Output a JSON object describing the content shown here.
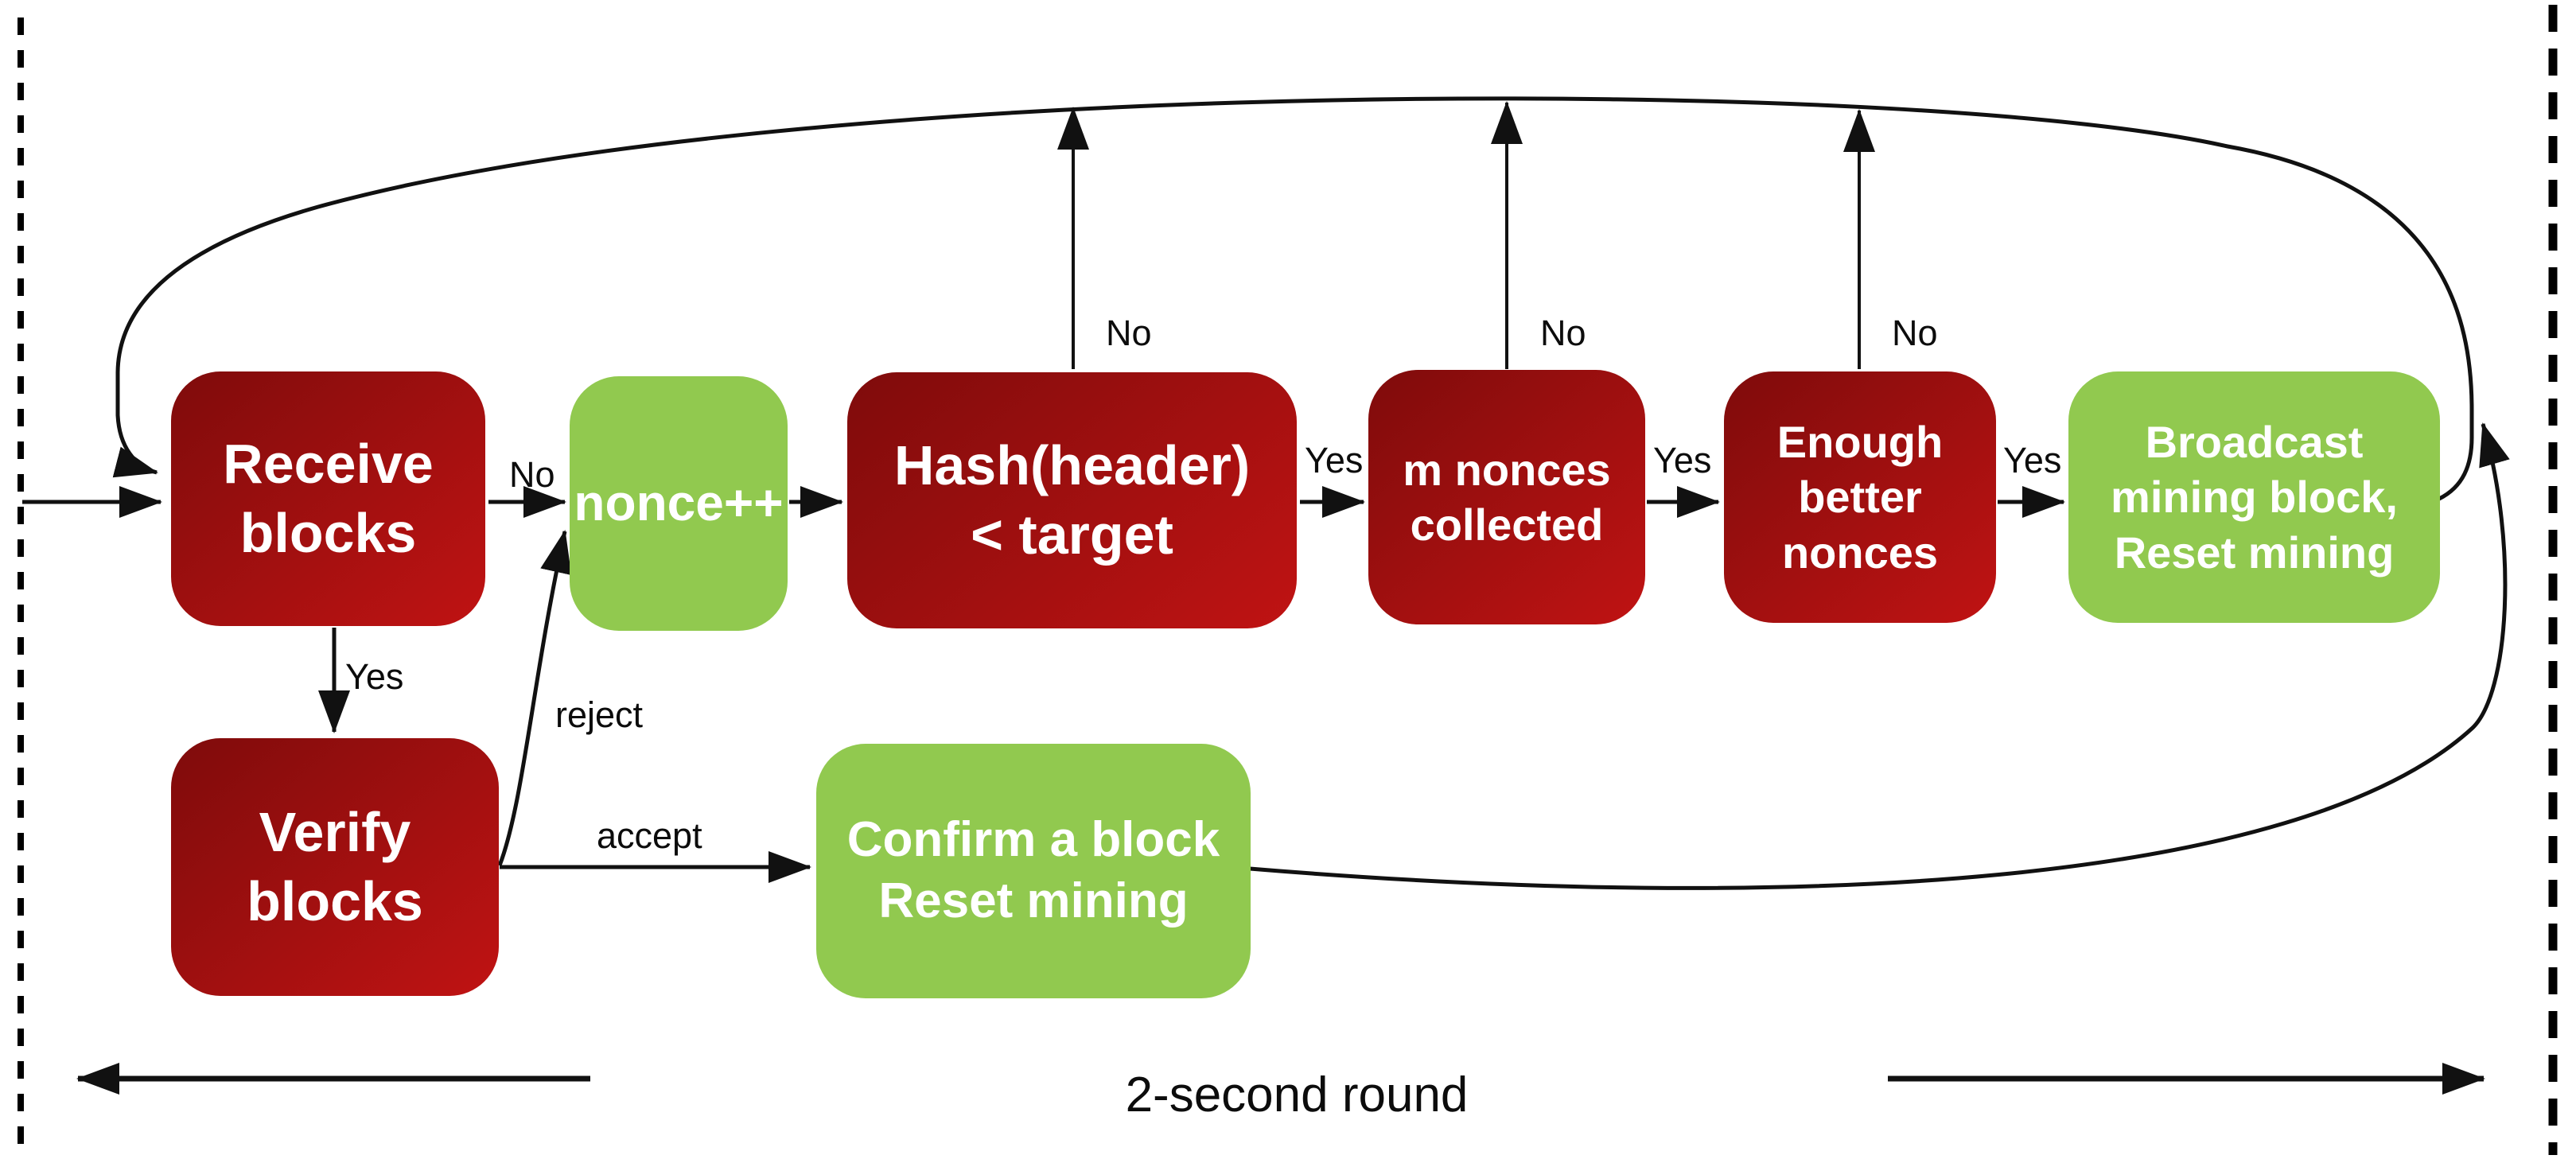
{
  "diagram": {
    "type": "flowchart",
    "caption": "2-second round",
    "colors": {
      "node_red_dark": "#7f0b0b",
      "node_red_bright": "#c01313",
      "node_green": "#91c94f",
      "node_text": "#ffffff",
      "line": "#111111",
      "label_text": "#0c0c0c",
      "background": "#ffffff"
    },
    "border": {
      "left_style": "dashed",
      "right_style": "dashed"
    }
  },
  "nodes": {
    "receive": {
      "line1": "Receive",
      "line2": "blocks"
    },
    "nonce": {
      "line1": "nonce++"
    },
    "hash": {
      "line1": "Hash(header)",
      "line2": "< target"
    },
    "m_nonces": {
      "line1": "m nonces",
      "line2": "collected"
    },
    "enough": {
      "line1": "Enough",
      "line2": "better",
      "line3": "nonces"
    },
    "broadcast": {
      "line1": "Broadcast",
      "line2": "mining block,",
      "line3": "Reset mining"
    },
    "verify": {
      "line1": "Verify",
      "line2": "blocks"
    },
    "confirm": {
      "line1": "Confirm a block",
      "line2": "Reset mining"
    }
  },
  "labels": {
    "no_receive_to_nonce": "No",
    "yes_receive_to_verify": "Yes",
    "reject": "reject",
    "accept": "accept",
    "yes_hash_to_m": "Yes",
    "yes_m_to_enough": "Yes",
    "yes_enough_to_broadcast": "Yes",
    "no_hash_up": "No",
    "no_m_up": "No",
    "no_enough_up": "No",
    "caption": "2-second round"
  }
}
